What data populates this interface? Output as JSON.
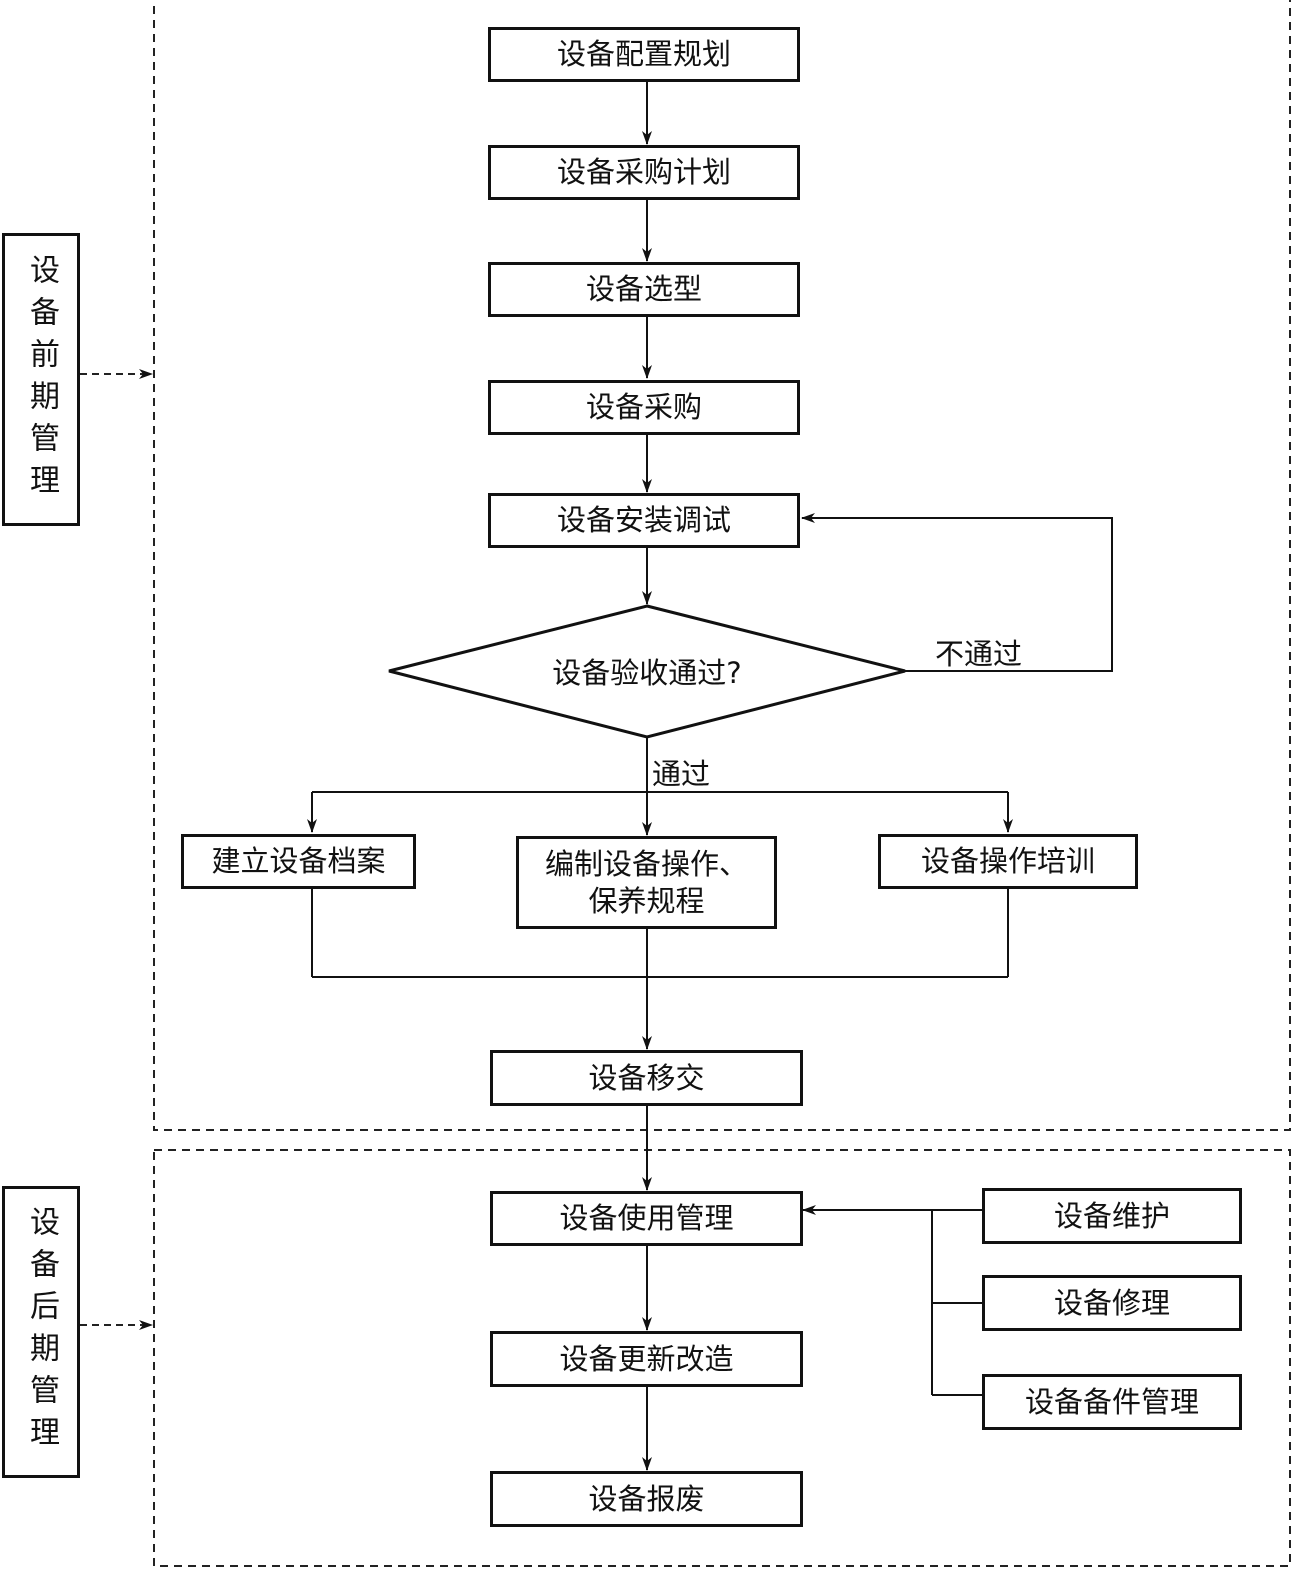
{
  "phases": {
    "early": "设备前期管理",
    "late": "设备后期管理"
  },
  "nodes": {
    "plan": "设备配置规划",
    "purchase_plan": "设备采购计划",
    "selection": "设备选型",
    "purchase": "设备采购",
    "install": "设备安装调试",
    "acceptance": "设备验收通过?",
    "archive": "建立设备档案",
    "procedures_line1": "编制设备操作、",
    "procedures_line2": "保养规程",
    "training": "设备操作培训",
    "handover": "设备移交",
    "usage": "设备使用管理",
    "renewal": "设备更新改造",
    "scrap": "设备报废",
    "maintenance": "设备维护",
    "repair": "设备修理",
    "spare_parts": "设备备件管理"
  },
  "edges": {
    "fail": "不通过",
    "pass": "通过"
  }
}
